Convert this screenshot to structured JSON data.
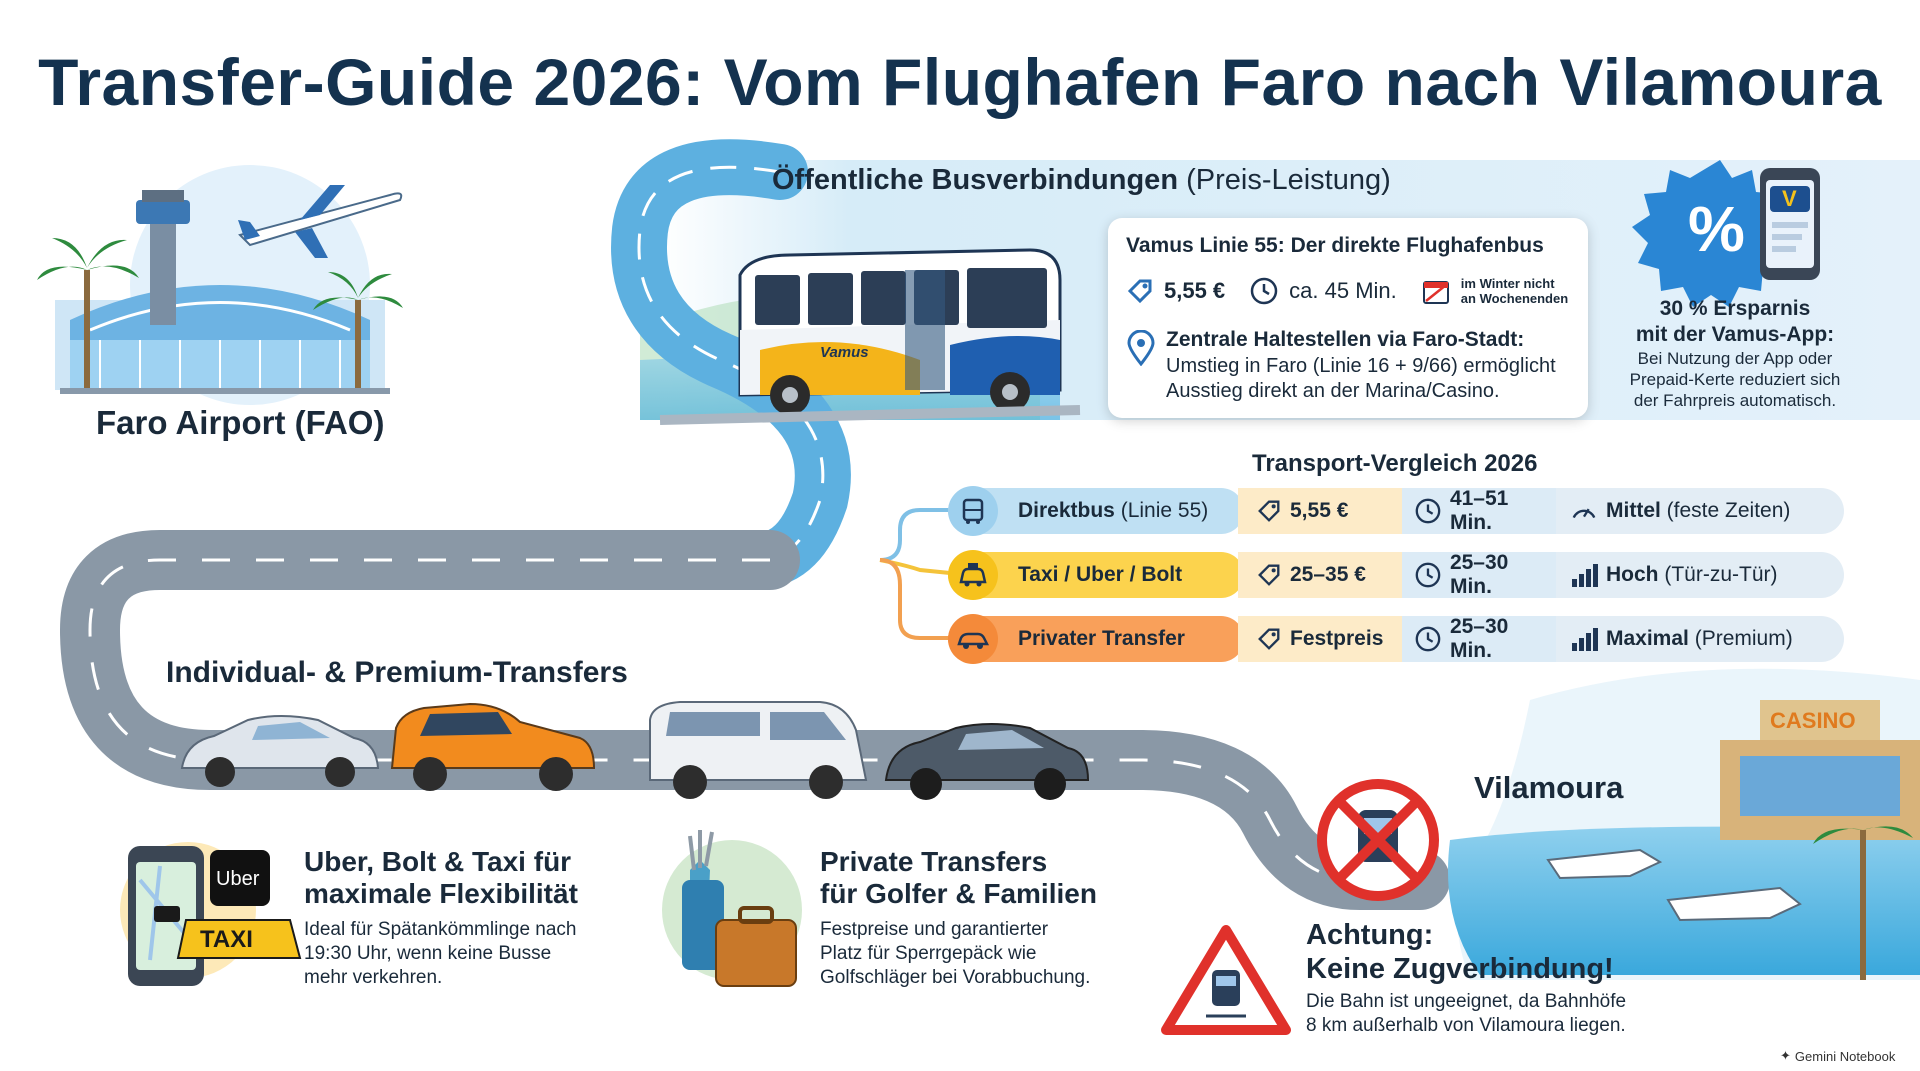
{
  "title": "Transfer-Guide 2026: Vom Flughafen Faro nach Vilamoura",
  "airport": {
    "label": "Faro Airport (FAO)"
  },
  "bus_section": {
    "heading_bold": "Öffentliche Busverbindungen",
    "heading_light": "(Preis-Leistung)",
    "bus_livery": "Vamus",
    "card": {
      "title": "Vamus Linie 55: Der direkte Flughafenbus",
      "price": "5,55 €",
      "duration": "ca. 45 Min.",
      "schedule_note_line1": "im Winter nicht",
      "schedule_note_line2": "an Wochenenden",
      "stops_title": "Zentrale Haltestellen via Faro-Stadt:",
      "stops_line1": "Umstieg in Faro (Linie 16 + 9/66) ermöglicht",
      "stops_line2": "Ausstieg direkt an der Marina/Casino."
    }
  },
  "savings": {
    "badge_symbol": "%",
    "app_letter": "V",
    "title_line1": "30 % Ersparnis",
    "title_line2": "mit der Vamus-App:",
    "text_line1": "Bei Nutzung der App oder",
    "text_line2": "Prepaid-Kerte reduziert sich",
    "text_line3": "der Fahrpreis automatisch."
  },
  "comparison": {
    "title": "Transport-Vergleich 2026",
    "rows": [
      {
        "mode_bold": "Direktbus",
        "mode_light": "(Linie 55)",
        "price": "5,55 €",
        "duration": "41–51 Min.",
        "comfort_bold": "Mittel",
        "comfort_light": "(feste Zeiten)"
      },
      {
        "mode_bold": "Taxi / Uber / Bolt",
        "mode_light": "",
        "price": "25–35 €",
        "duration": "25–30 Min.",
        "comfort_bold": "Hoch",
        "comfort_light": "(Tür-zu-Tür)"
      },
      {
        "mode_bold": "Privater Transfer",
        "mode_light": "",
        "price": "Festpreis",
        "duration": "25–30 Min.",
        "comfort_bold": "Maximal",
        "comfort_light": "(Premium)"
      }
    ],
    "colors": {
      "bus": "#bfe0f3",
      "taxi": "#fcd34d",
      "private": "#f9a05a",
      "price_bg": "#fdebc8",
      "duration_bg": "#dcebf6",
      "comfort_bg": "#e3edf5"
    }
  },
  "individual": {
    "title": "Individual- & Premium-Transfers",
    "flex": {
      "uber_logo": "Uber",
      "taxi_sign": "TAXI",
      "title_line1": "Uber, Bolt & Taxi für",
      "title_line2": "maximale Flexibilität",
      "text_line1": "Ideal für Spätankömmlinge nach",
      "text_line2": "19:30 Uhr, wenn keine Busse",
      "text_line3": "mehr verkehren."
    },
    "private": {
      "title_line1": "Private Transfers",
      "title_line2": "für Golfer & Familien",
      "text_line1": "Festpreise und garantierter",
      "text_line2": "Platz für Sperrgepäck wie",
      "text_line3": "Golfschläger bei Vorabbuchung."
    }
  },
  "destination": {
    "label": "Vilamoura",
    "casino_sign": "CASINO"
  },
  "warning": {
    "title_line1": "Achtung:",
    "title_line2": "Keine Zugverbindung!",
    "text_line1": "Die Bahn ist ungeeignet, da Bahnhöfe",
    "text_line2": "8 km außerhalb von Vilamoura liegen."
  },
  "footer": {
    "brand": "Gemini Notebook"
  }
}
